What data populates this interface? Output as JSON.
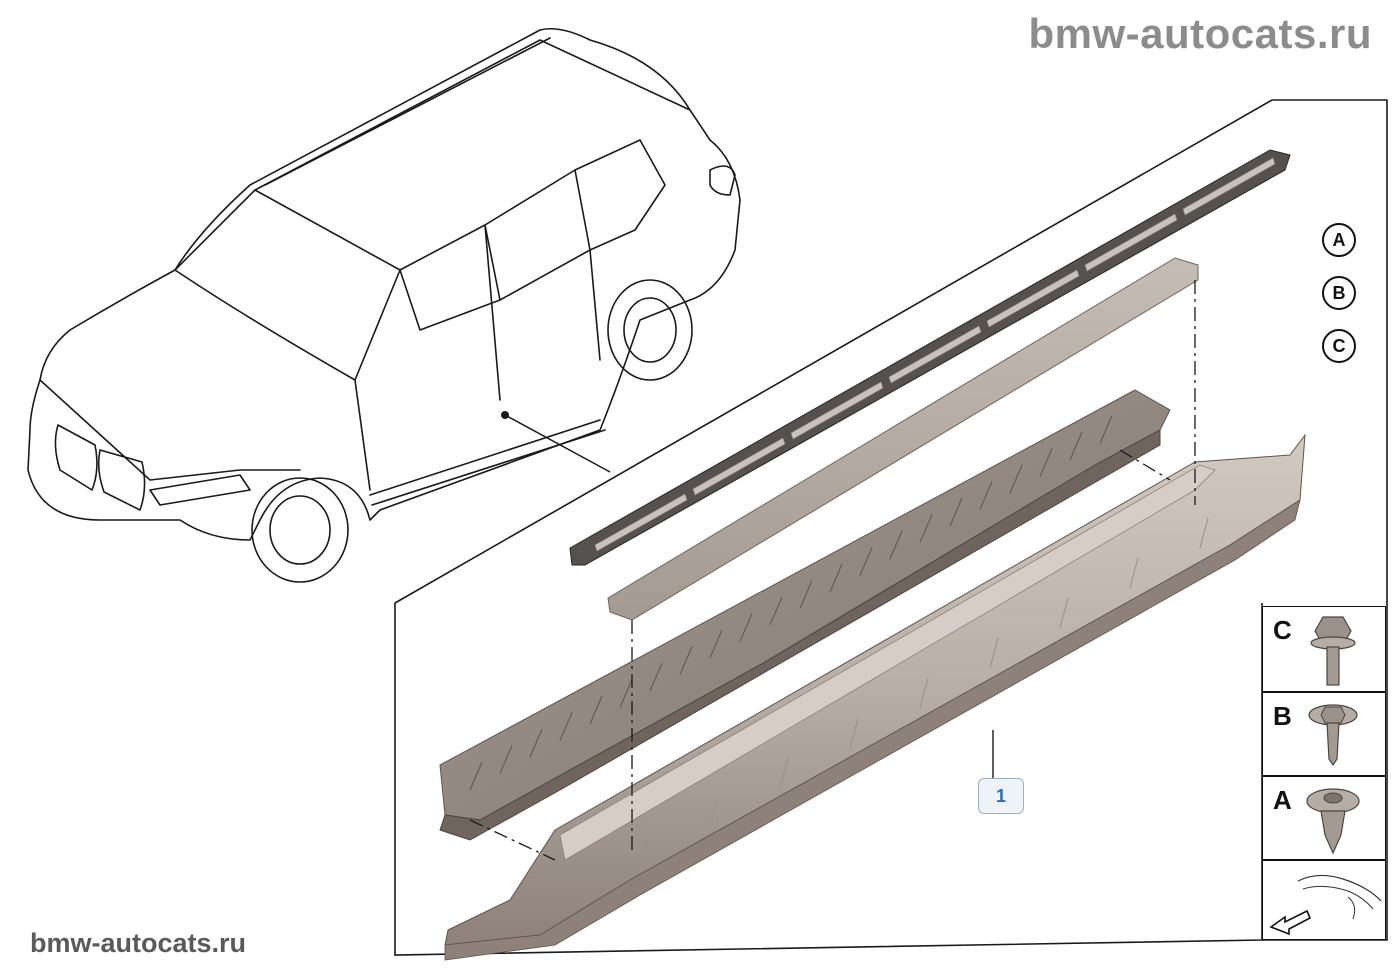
{
  "watermark": {
    "top": "bmw-autocats.ru",
    "bottom": "bmw-autocats.ru"
  },
  "callouts": [
    {
      "label": "1"
    }
  ],
  "kit_markers": [
    "A",
    "B",
    "C"
  ],
  "legend": {
    "items": [
      {
        "letter": "C",
        "icon": "hex-bolt-icon"
      },
      {
        "letter": "B",
        "icon": "flange-screw-icon"
      },
      {
        "letter": "A",
        "icon": "expanding-rivet-icon"
      }
    ],
    "location_icon": "vehicle-location-arrow-icon"
  },
  "colors": {
    "line": "#1a1a1a",
    "part_fill": "#b8aea5",
    "part_shade": "#8d8179",
    "trim_dark": "#55514f",
    "trim_insert": "#c7c2bd",
    "callout_text": "#2b6fb5",
    "watermark": "#8c8c8c"
  }
}
